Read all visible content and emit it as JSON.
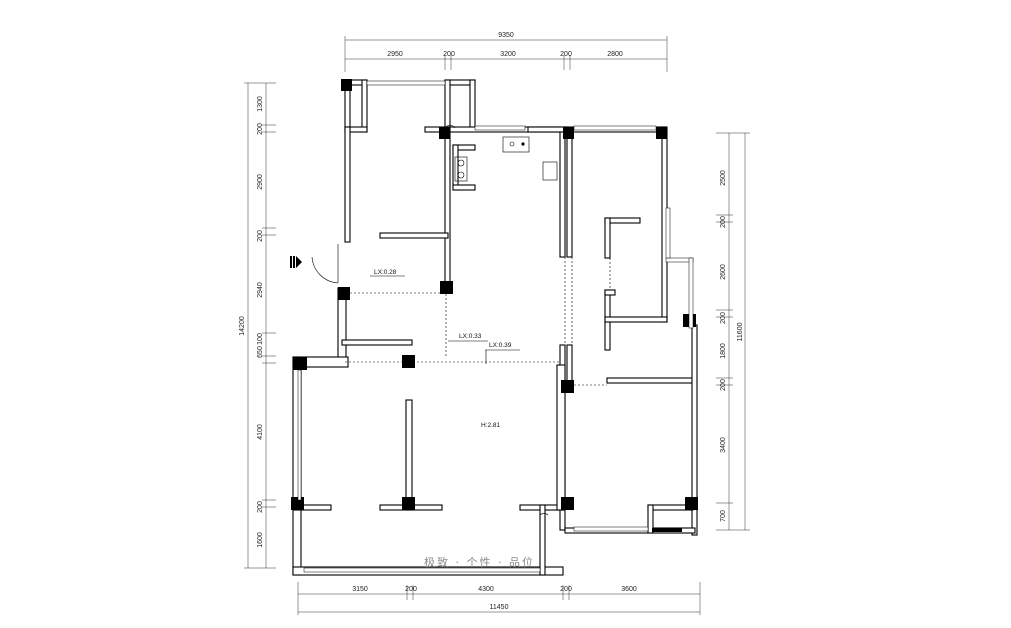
{
  "dimensions": {
    "top_total": "9350",
    "top_segments": [
      "2950",
      "200",
      "3200",
      "200",
      "2800"
    ],
    "bottom_total": "11450",
    "bottom_segments": [
      "3150",
      "200",
      "4300",
      "200",
      "3600"
    ],
    "left_total": "14200",
    "left_segments": [
      "1300",
      "200",
      "2900",
      "200",
      "2940",
      "650",
      "100",
      "4100",
      "200",
      "1600"
    ],
    "right_total": "11600",
    "right_segments": [
      "2500",
      "200",
      "2600",
      "200",
      "1800",
      "200",
      "3400",
      "700"
    ]
  },
  "labels": {
    "lx1": "LX:0.28",
    "lx2": "LX:0.33",
    "lx3": "LX:0.39",
    "height": "H:2.81"
  },
  "watermark": "极致 · 个性 · 品位",
  "icons": {
    "entrance": "entrance-arrow-icon"
  }
}
